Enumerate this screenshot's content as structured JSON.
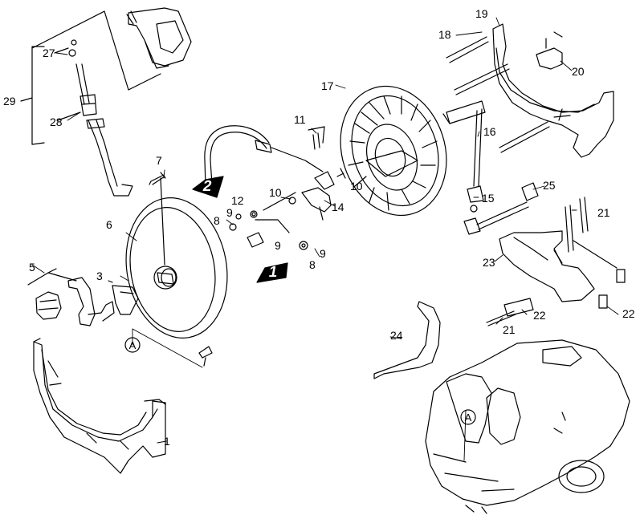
{
  "diagram": {
    "callouts": {
      "p1": "1",
      "p3": "3",
      "p5": "5",
      "p6": "6",
      "p7": "7",
      "p8a": "8",
      "p8b": "8",
      "p9a": "9",
      "p9b": "9",
      "p9c": "9",
      "p10a": "10",
      "p10b": "10",
      "p11": "11",
      "p12": "12",
      "p14": "14",
      "p15": "15",
      "p16": "16",
      "p17": "17",
      "p18": "18",
      "p19": "19",
      "p20": "20",
      "p21a": "21",
      "p21b": "21",
      "p22a": "22",
      "p22b": "22",
      "p23": "23",
      "p24": "24",
      "p25": "25",
      "p27": "27",
      "p28": "28",
      "p29": "29"
    },
    "assembly_markers": {
      "m1": "1",
      "m2": "2"
    },
    "detail_markers": {
      "a1": "A",
      "a2": "A"
    }
  },
  "colors": {
    "line": "#000000",
    "background": "#ffffff"
  },
  "icons": [
    "arrow-marker-icon",
    "circle-marker-icon"
  ]
}
